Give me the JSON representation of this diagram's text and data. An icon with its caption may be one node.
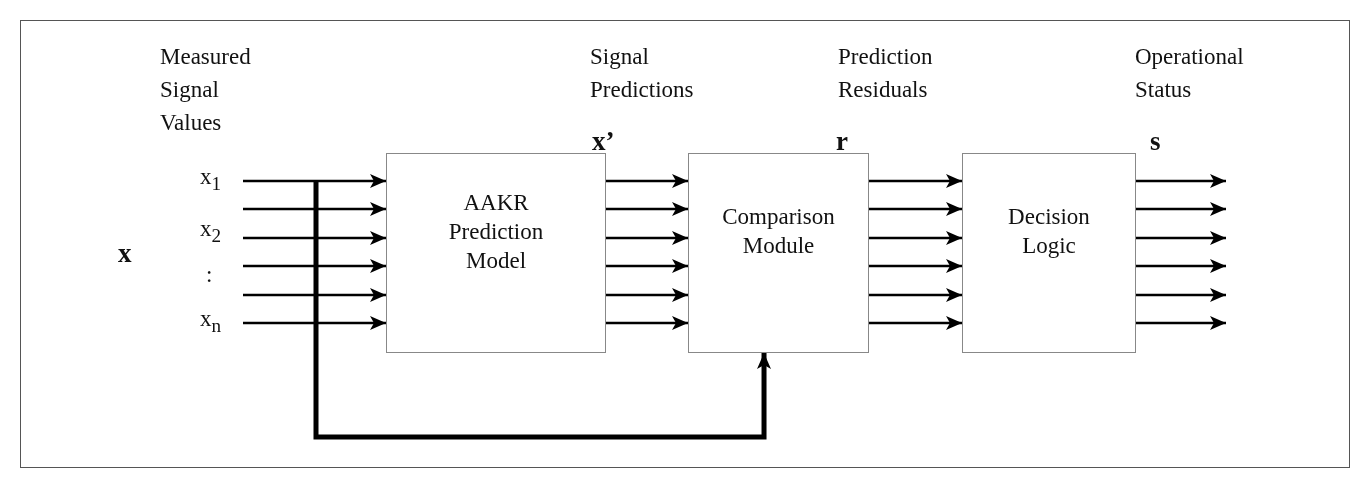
{
  "diagram": {
    "nodes": [
      {
        "text": [
          "AAKR Prediction Model"
        ]
      },
      {
        "text": [
          "Comparison Module"
        ]
      },
      {
        "text": [
          "Decision Logic"
        ]
      }
    ],
    "edges": [
      {
        "from": null,
        "to": 0,
        "arrow": "to"
      },
      {
        "from": null,
        "to": 0,
        "arrow": "to"
      },
      {
        "from": null,
        "to": 0,
        "arrow": "to"
      },
      {
        "from": null,
        "to": 0,
        "arrow": "to"
      },
      {
        "from": null,
        "to": 0,
        "arrow": "to"
      },
      {
        "from": null,
        "to": 0,
        "arrow": "to"
      },
      {
        "from": 0,
        "to": 1,
        "arrow": "to"
      },
      {
        "from": 0,
        "to": 1,
        "arrow": "to"
      },
      {
        "from": 0,
        "to": 1,
        "arrow": "to"
      },
      {
        "from": 0,
        "to": 1,
        "arrow": "to"
      },
      {
        "from": 0,
        "to": 1,
        "arrow": "to"
      },
      {
        "from": 0,
        "to": 1,
        "arrow": "to"
      },
      {
        "from": 1,
        "to": 2,
        "arrow": "to"
      },
      {
        "from": 1,
        "to": 2,
        "arrow": "to"
      },
      {
        "from": 1,
        "to": 2,
        "arrow": "to"
      },
      {
        "from": 1,
        "to": 2,
        "arrow": "to"
      },
      {
        "from": 1,
        "to": 2,
        "arrow": "to"
      },
      {
        "from": 1,
        "to": 2,
        "arrow": "to"
      },
      {
        "from": 2,
        "to": null,
        "arrow": "to"
      },
      {
        "from": 2,
        "to": null,
        "arrow": "to"
      },
      {
        "from": 2,
        "to": null,
        "arrow": "to"
      },
      {
        "from": 2,
        "to": null,
        "arrow": "to"
      },
      {
        "from": 2,
        "to": null,
        "arrow": "to"
      },
      {
        "from": 2,
        "to": null,
        "arrow": "to"
      },
      {
        "from": null,
        "to": 1,
        "arrow": "to",
        "style": "thick"
      }
    ],
    "labels": [
      "Measured Signal Values",
      "Signal Predictions",
      "Prediction Residuals",
      "Operational Status",
      "x’",
      "r",
      "s",
      "x$_{1}$",
      "x$_{2}$",
      "x",
      ":",
      "x$_{n}$"
    ]
  }
}
